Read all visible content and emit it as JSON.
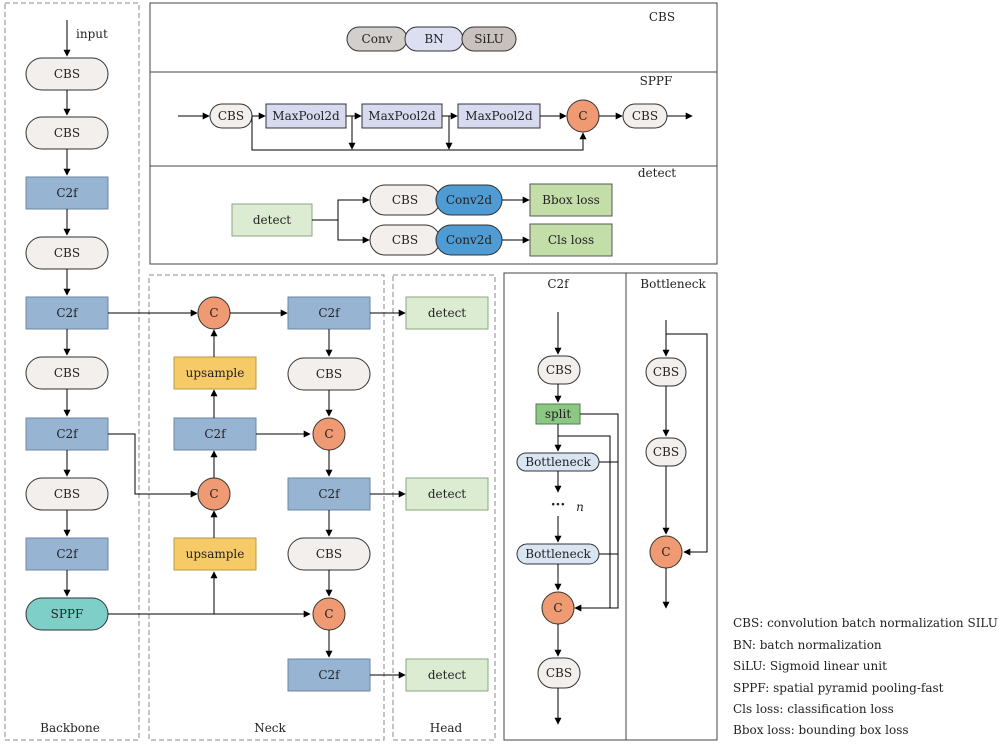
{
  "input_label": "input",
  "sections": {
    "backbone": "Backbone",
    "neck": "Neck",
    "head": "Head",
    "cbs_panel": "CBS",
    "sppf_panel": "SPPF",
    "detect_panel": "detect",
    "c2f_panel": "C2f",
    "bottleneck_panel": "Bottleneck"
  },
  "nodes": {
    "cbs": "CBS",
    "c2f": "C2f",
    "sppf": "SPPF",
    "concat": "C",
    "upsample": "upsample",
    "detect": "detect",
    "conv": "Conv",
    "bn": "BN",
    "silu": "SiLU",
    "maxpool": "MaxPool2d",
    "conv2d": "Conv2d",
    "bbox_loss": "Bbox loss",
    "cls_loss": "Cls loss",
    "split": "split",
    "bottleneck": "Bottleneck",
    "dots": "···",
    "n": "n"
  },
  "legend": [
    "CBS: convolution batch normalization SILU",
    "BN: batch normalization",
    "SiLU: Sigmoid linear unit",
    "SPPF: spatial pyramid pooling-fast",
    "Cls loss: classification loss",
    "Bbox loss: bounding box loss"
  ],
  "colors": {
    "cbs_fill": "#f2efec",
    "c2f_fill": "#98b4d3",
    "sppf_fill": "#7ecfc8",
    "concat_fill": "#ef9a72",
    "upsample_fill": "#f5ca67",
    "detect_fill": "#dcecd2",
    "maxpool_fill": "#d8daf0",
    "conv2d_fill": "#4f9bd3",
    "loss_fill": "#c3dea8",
    "split_fill": "#8cc784",
    "bottleneck_fill": "#d9e5f2",
    "conv_fill": "#d3cfcc",
    "bn_fill": "#dcdff2",
    "silu_fill": "#c9c1bd"
  }
}
